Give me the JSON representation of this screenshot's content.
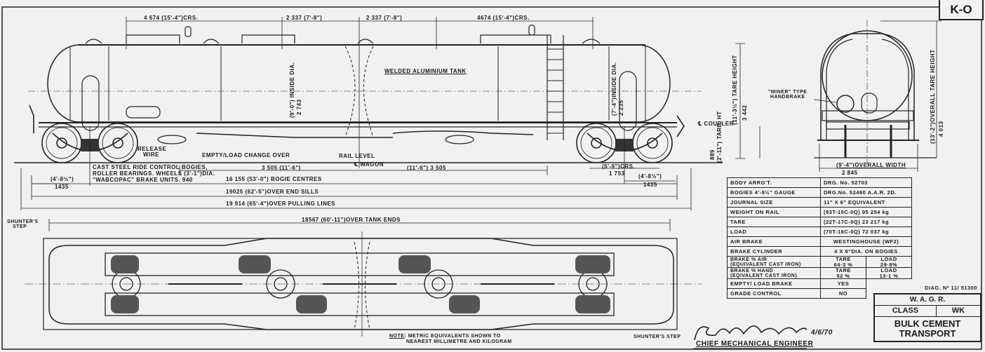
{
  "sheet_id": "K-O",
  "side_view": {
    "top_dims": [
      "4 674  (15'-4\")CRS.",
      "2 337 (7'-8\")",
      "2 337  (7'-8\")",
      "4674  (15'-4\")CRS."
    ],
    "tank_label": "WELDED  ALUMINIUM  TANK",
    "inside_dia_main": "(9'-0\")  INSIDE DIA.",
    "inside_dia_main_mm": "2 743",
    "inside_dia_end": "(7'-4\")INSIDE DIA.",
    "inside_dia_end_mm": "2 235",
    "tare_height": "(11'-3½\")  TARE HEIGHT",
    "tare_height_mm": "3 442",
    "coupler": "℄ COUPLER",
    "coupler_height": "(2'-11\")  TARE. HT",
    "coupler_height_mm": "889",
    "release_wire": [
      "RELEASE",
      "WIRE"
    ],
    "empty_load_changeover": "EMPTY/LOAD  CHANGE  OVER",
    "rail_level": "RAIL    LEVEL",
    "wagon_centre": "℄ WAGON",
    "bogie_note": [
      "CAST STEEL RIDE CONTROL BOGIES,",
      "ROLLER BEARINGS. WHEELS (3'-1\")DIA.",
      "\"WABCOPAC\" BRAKE UNITS.      940"
    ],
    "gauge_left": "(4'-8½\")",
    "gauge_left_mm": "1435",
    "half_centres_left": "3 505 (11'-6\")",
    "half_centres_right": "(11'-6\")  3 505",
    "bogie_wheelbase": "(5'-9\")CRS.",
    "bogie_wheelbase_mm": "1 753",
    "gauge_right": "(4'-8½\")",
    "gauge_right_mm": "1435",
    "bogie_centres": "16 155  (53'-0\") BOGIE   CENTRES",
    "over_end_sills": "19025  (62'-5\")OVER  END  SILLS",
    "over_pulling_lines": "19 914  (65'-4\")OVER  PULLING  LINES"
  },
  "plan_view": {
    "over_tank_ends": "18567  (60'-11\")OVER  TANK  ENDS",
    "shunters_step_left": [
      "SHUNTER'S",
      "STEP"
    ],
    "shunters_step_right": "SHUNTER'S  STEP",
    "note_label": "NOTE",
    "note": [
      ": METRIC  EQUIVALENTS  SHOWN  TO",
      "NEAREST  MILLIMETRE  AND  KILOGRAM"
    ]
  },
  "end_view": {
    "handbrake": [
      "\"MINER\" TYPE",
      "HANDBRAKE"
    ],
    "overall_tare_height": "(13'-2\")OVERALL  TARE  HEIGHT",
    "overall_tare_height_mm": "4 013",
    "overall_width": "(9'-4\")OVERALL  WIDTH",
    "overall_width_mm": "2 845"
  },
  "spec_table": [
    {
      "label": "BODY     ARRG'T.",
      "value": "DRG. No. 52703"
    },
    {
      "label": "BOGIES  4'-8½\"  GAUGE",
      "value": "DRG.No. 52490  A.A.R. 2D."
    },
    {
      "label": "JOURNAL  SIZE",
      "value": "11\" X 6\"  EQUIVALENT"
    },
    {
      "label": "WEIGHT  ON  RAIL",
      "value": "(93T-15C-0Q) 95 254 kg"
    },
    {
      "label": "TARE",
      "value": "(22T-17C-0Q) 23 217 kg"
    },
    {
      "label": "LOAD",
      "value": "(70T-18C-0Q) 72 037 kg"
    },
    {
      "label": "AIR  BRAKE",
      "value": "WESTINGHOUSE  (WF2)"
    },
    {
      "label": "BRAKE  CYLINDER",
      "value": "4 X 9\"DIA. ON BOGIES"
    }
  ],
  "brake_rows": [
    {
      "label": [
        "BRAKE % AIR",
        "(EQUIVALENT  CAST IRON)"
      ],
      "tare": [
        "TARE",
        "64·3 %"
      ],
      "load": [
        "LOAD",
        "29·8%"
      ]
    },
    {
      "label": [
        "BRAKE % HAND",
        "(EQIVALENT  CAST IRON)"
      ],
      "tare": [
        "TARE",
        "52 %"
      ],
      "load": [
        "LOAD",
        "13·1 %"
      ]
    }
  ],
  "short_rows": [
    {
      "label": "EMPTY/ LOAD  BRAKE",
      "value": "YES"
    },
    {
      "label": "GRADE  CONTROL",
      "value": "NO"
    }
  ],
  "title_block": {
    "diagram_no": "DIAG. Nº  11/ 51300",
    "railway": "W. A. G. R.",
    "class_label": "CLASS",
    "class_value": "WK",
    "title": [
      "BULK  CEMENT",
      "TRANSPORT"
    ]
  },
  "signature": {
    "signoff": "CHIEF  MECHANICAL  ENGINEER",
    "date": "4/6/70"
  }
}
